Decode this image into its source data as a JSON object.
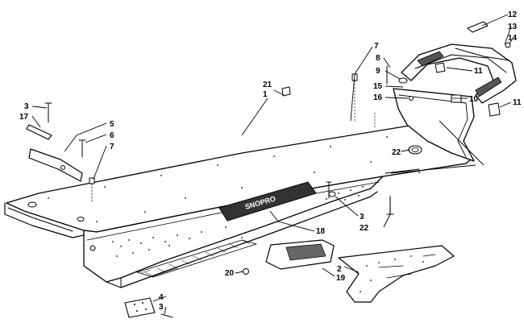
{
  "callouts": [
    {
      "id": "c1",
      "text": "1"
    },
    {
      "id": "c2",
      "text": "2"
    },
    {
      "id": "c3a",
      "text": "3"
    },
    {
      "id": "c3b",
      "text": "3"
    },
    {
      "id": "c3c",
      "text": "3"
    },
    {
      "id": "c4",
      "text": "4"
    },
    {
      "id": "c5",
      "text": "5"
    },
    {
      "id": "c6",
      "text": "6"
    },
    {
      "id": "c7a",
      "text": "7"
    },
    {
      "id": "c7b",
      "text": "7"
    },
    {
      "id": "c8",
      "text": "8"
    },
    {
      "id": "c9",
      "text": "9"
    },
    {
      "id": "c10",
      "text": "10"
    },
    {
      "id": "c11a",
      "text": "11"
    },
    {
      "id": "c11b",
      "text": "11"
    },
    {
      "id": "c12",
      "text": "12"
    },
    {
      "id": "c13",
      "text": "13"
    },
    {
      "id": "c14",
      "text": "14"
    },
    {
      "id": "c15",
      "text": "15"
    },
    {
      "id": "c16",
      "text": "16"
    },
    {
      "id": "c17",
      "text": "17"
    },
    {
      "id": "c18",
      "text": "18"
    },
    {
      "id": "c19",
      "text": "19"
    },
    {
      "id": "c20",
      "text": "20"
    },
    {
      "id": "c21",
      "text": "21"
    },
    {
      "id": "c22a",
      "text": "22"
    },
    {
      "id": "c22b",
      "text": "22"
    }
  ],
  "decal_text": "SNOPRO",
  "colors": {
    "ink": "#000000",
    "paper": "#ffffff",
    "decal": "#333333"
  }
}
